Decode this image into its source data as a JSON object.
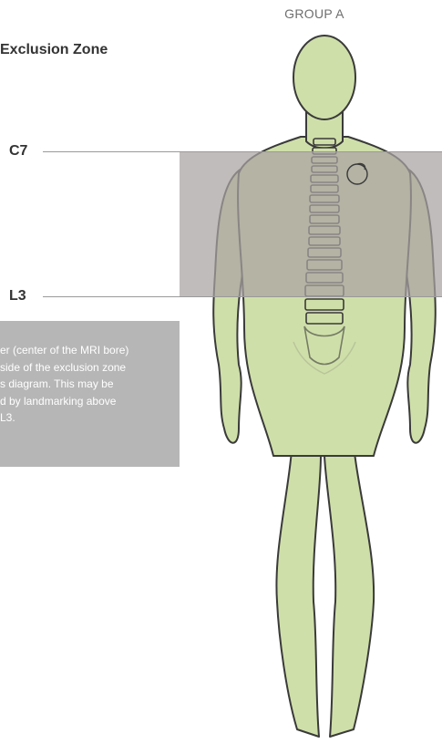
{
  "header": {
    "group_label": "GROUP A",
    "zone_title": "Exclusion Zone"
  },
  "levels": {
    "upper": "C7",
    "lower": "L3"
  },
  "note": {
    "lines": [
      "er (center of the MRI bore)",
      "side of the exclusion zone",
      "s diagram. This may be",
      "d by landmarking above",
      "L3."
    ]
  },
  "colors": {
    "body_fill": "#cfdfa9",
    "body_outline": "#3a3a3a",
    "zone_overlay": "#a9a2a2",
    "note_bg": "#b6b6b6"
  },
  "icons": {
    "implant": "implant-device-icon"
  }
}
